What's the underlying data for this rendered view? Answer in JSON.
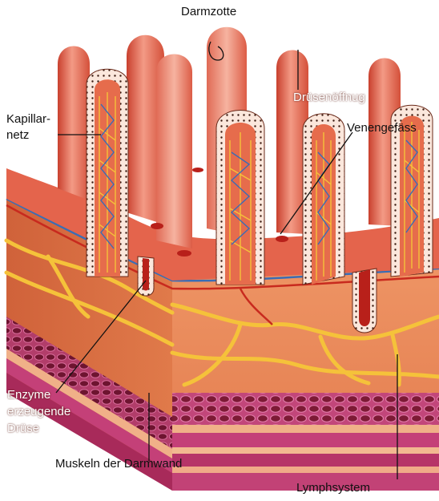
{
  "diagram": {
    "labels": {
      "villus": "Darmzotte",
      "capillary_line1": "Kapillar-",
      "capillary_line2": "netz",
      "gland_opening": "Drüsenöffnug",
      "vein": "Venengefäss",
      "enzyme_line1": "Enzyme",
      "enzyme_line2": "erzeugende",
      "enzyme_line3": "Drüse",
      "muscles": "Muskeln der Darmwand",
      "lymph": "Lymphsystem"
    },
    "colors": {
      "villus": "#e8604a",
      "villus_highlight": "#f3a08e",
      "tissue": "#e88a5c",
      "tissue_side": "#d9703e",
      "lymph": "#f5c23a",
      "vein": "#3a6db5",
      "artery": "#c82a1e",
      "muscle_band": "#b83a6e",
      "muscle_cells": "#8c1f3e"
    }
  }
}
